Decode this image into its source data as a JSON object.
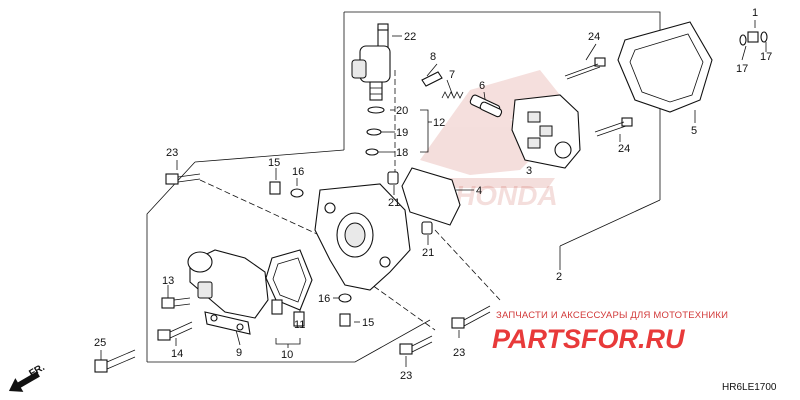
{
  "diagram_code": "HR6LE1700",
  "direction_label": "FR.",
  "watermark": {
    "caption": "ЗАПЧАСТИ И АКСЕССУАРЫ ДЛЯ МОТОТЕХНИКИ",
    "logo": "PARTSFOR.RU",
    "background_mark": "HONDA"
  },
  "callouts": [
    {
      "id": "c1",
      "label": "1"
    },
    {
      "id": "c2",
      "label": "2"
    },
    {
      "id": "c3",
      "label": "3"
    },
    {
      "id": "c4",
      "label": "4"
    },
    {
      "id": "c5",
      "label": "5"
    },
    {
      "id": "c6",
      "label": "6"
    },
    {
      "id": "c7",
      "label": "7"
    },
    {
      "id": "c8",
      "label": "8"
    },
    {
      "id": "c9",
      "label": "9"
    },
    {
      "id": "c10",
      "label": "10"
    },
    {
      "id": "c11",
      "label": "11"
    },
    {
      "id": "c12",
      "label": "12"
    },
    {
      "id": "c13",
      "label": "13"
    },
    {
      "id": "c14",
      "label": "14"
    },
    {
      "id": "c15a",
      "label": "15"
    },
    {
      "id": "c15b",
      "label": "15"
    },
    {
      "id": "c16a",
      "label": "16"
    },
    {
      "id": "c16b",
      "label": "16"
    },
    {
      "id": "c17a",
      "label": "17"
    },
    {
      "id": "c17b",
      "label": "17"
    },
    {
      "id": "c18",
      "label": "18"
    },
    {
      "id": "c19",
      "label": "19"
    },
    {
      "id": "c20",
      "label": "20"
    },
    {
      "id": "c21a",
      "label": "21"
    },
    {
      "id": "c21b",
      "label": "21"
    },
    {
      "id": "c22",
      "label": "22"
    },
    {
      "id": "c23a",
      "label": "23"
    },
    {
      "id": "c23b",
      "label": "23"
    },
    {
      "id": "c23c",
      "label": "23"
    },
    {
      "id": "c24a",
      "label": "24"
    },
    {
      "id": "c24b",
      "label": "24"
    },
    {
      "id": "c25",
      "label": "25"
    }
  ]
}
